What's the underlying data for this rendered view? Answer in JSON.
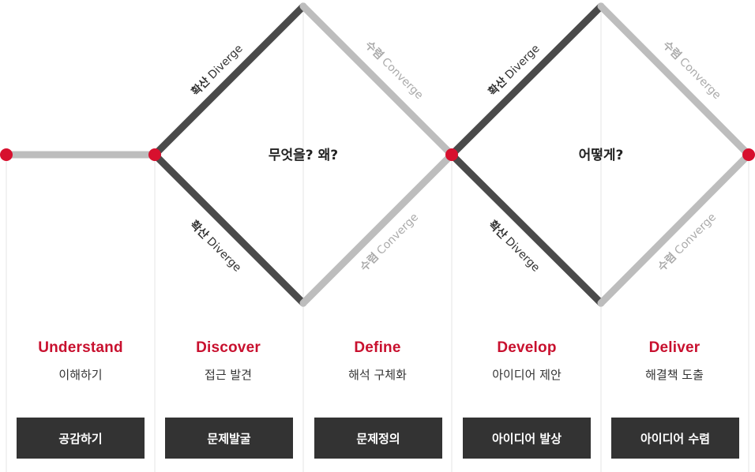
{
  "diagram": {
    "labels": {
      "diverge": "확산 Diverge",
      "converge": "수렴 Converge",
      "diverge_ko": "확산",
      "diverge_en": "Diverge",
      "converge_ko": "수렴",
      "converge_en": "Converge"
    },
    "questions": [
      "무엇을? 왜?",
      "어떻게?"
    ],
    "colors": {
      "dark": "#4a4a4a",
      "light": "#bdbdbd",
      "accent": "#d7102e",
      "divider": "#e5e5e5",
      "button": "#333333"
    }
  },
  "stages": [
    {
      "en": "Understand",
      "ko": "이해하기",
      "button": "공감하기"
    },
    {
      "en": "Discover",
      "ko": "접근 발견",
      "button": "문제발굴"
    },
    {
      "en": "Define",
      "ko": "해석 구체화",
      "button": "문제정의"
    },
    {
      "en": "Develop",
      "ko": "아이디어 제안",
      "button": "아이디어 발상"
    },
    {
      "en": "Deliver",
      "ko": "해결책 도출",
      "button": "아이디어 수렴"
    }
  ]
}
